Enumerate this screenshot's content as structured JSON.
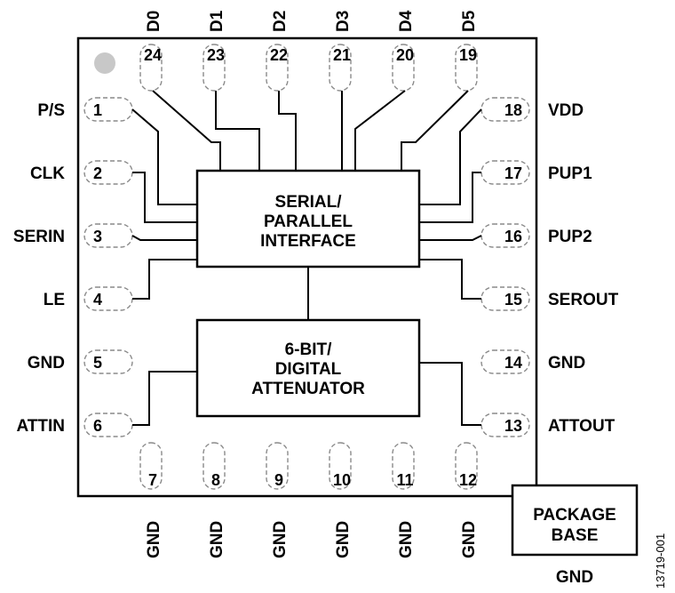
{
  "pins": {
    "top": [
      {
        "number": "24",
        "name": "D0"
      },
      {
        "number": "23",
        "name": "D1"
      },
      {
        "number": "22",
        "name": "D2"
      },
      {
        "number": "21",
        "name": "D3"
      },
      {
        "number": "20",
        "name": "D4"
      },
      {
        "number": "19",
        "name": "D5"
      }
    ],
    "left": [
      {
        "number": "1",
        "name": "P/S"
      },
      {
        "number": "2",
        "name": "CLK"
      },
      {
        "number": "3",
        "name": "SERIN"
      },
      {
        "number": "4",
        "name": "LE"
      },
      {
        "number": "5",
        "name": "GND"
      },
      {
        "number": "6",
        "name": "ATTIN"
      }
    ],
    "right": [
      {
        "number": "18",
        "name": "VDD"
      },
      {
        "number": "17",
        "name": "PUP1"
      },
      {
        "number": "16",
        "name": "PUP2"
      },
      {
        "number": "15",
        "name": "SEROUT"
      },
      {
        "number": "14",
        "name": "GND"
      },
      {
        "number": "13",
        "name": "ATTOUT"
      }
    ],
    "bottom": [
      {
        "number": "7",
        "name": "GND"
      },
      {
        "number": "8",
        "name": "GND"
      },
      {
        "number": "9",
        "name": "GND"
      },
      {
        "number": "10",
        "name": "GND"
      },
      {
        "number": "11",
        "name": "GND"
      },
      {
        "number": "12",
        "name": "GND"
      }
    ]
  },
  "blocks": {
    "interface": [
      "SERIAL/",
      "PARALLEL",
      "INTERFACE"
    ],
    "attenuator": [
      "6-BIT/",
      "DIGITAL",
      "ATTENUATOR"
    ]
  },
  "package_base": {
    "label": [
      "PACKAGE",
      "BASE"
    ],
    "connection": "GND"
  },
  "figure_id": "13719-001",
  "colors": {
    "outline": "#000000",
    "pad_dashed": "#8a8a8a",
    "pin1_marker": "#c8c8c8"
  }
}
